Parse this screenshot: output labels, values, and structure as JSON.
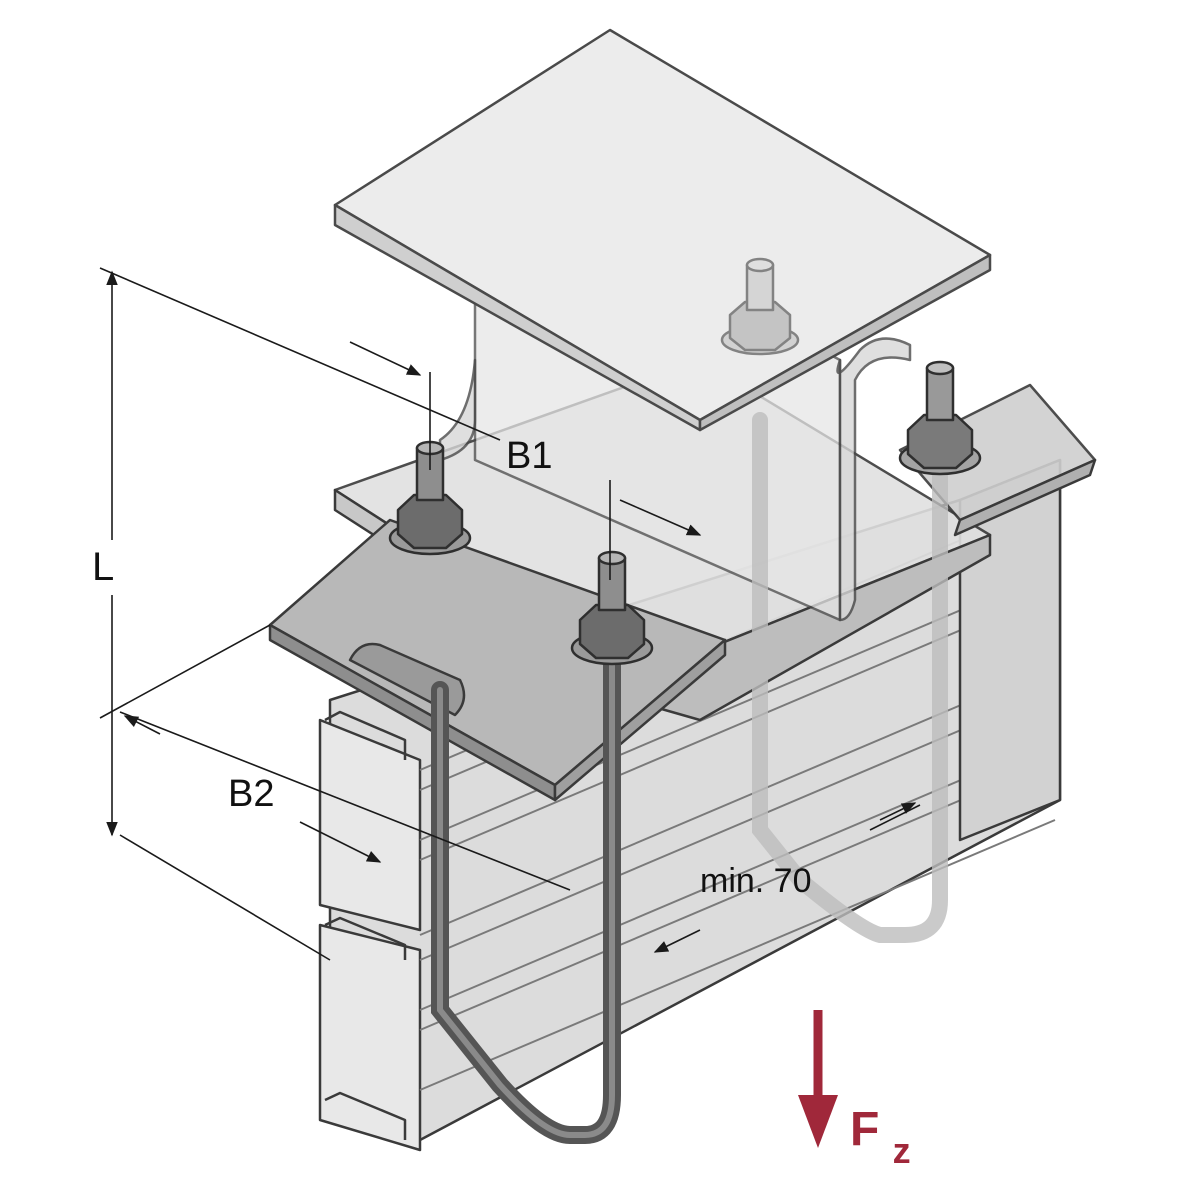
{
  "labels": {
    "length": "L",
    "width_top": "B1",
    "width_bottom": "B2",
    "min_distance": "min. 70",
    "force_letter": "F",
    "force_subscript": "z"
  },
  "colors": {
    "steel_light": "#e4e4e4",
    "steel_mid": "#cfcfcf",
    "steel_dark": "#9a9a9a",
    "outline": "#3a3a3a",
    "rod": "#555555",
    "force_arrow": "#a0283a",
    "dimension_line": "#1a1a1a"
  },
  "icons": {
    "nut": "hex-nut-icon",
    "arrow": "force-arrow-icon"
  }
}
